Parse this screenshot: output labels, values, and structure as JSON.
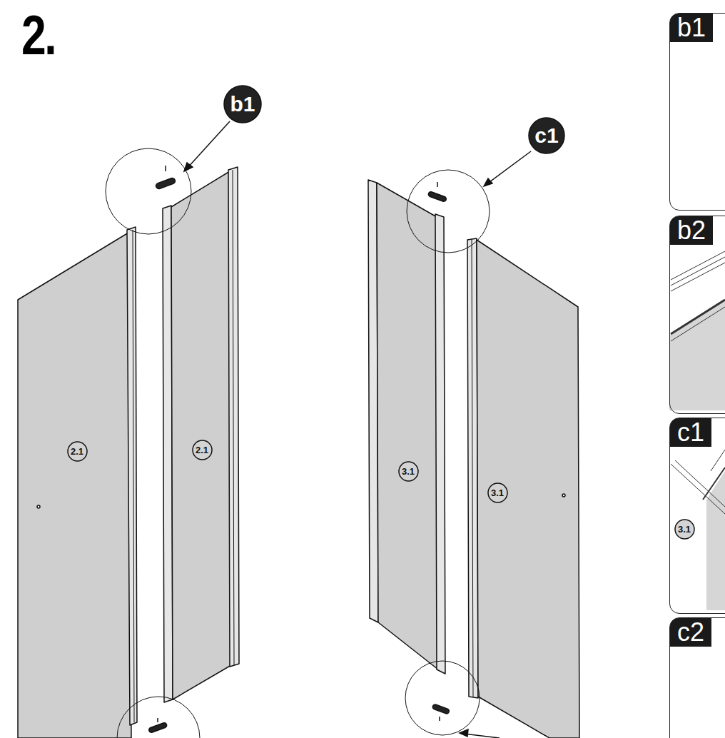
{
  "diagram": {
    "title": "2.",
    "nodes": [
      {
        "text": [
          "b1"
        ]
      },
      {
        "text": [
          "c1"
        ]
      },
      {
        "text": [
          "b1"
        ]
      },
      {
        "text": [
          "2.1"
        ]
      },
      {
        "text": [
          "2.1"
        ]
      },
      {
        "text": [
          "3.1"
        ]
      },
      {
        "text": [
          "3.1"
        ]
      },
      {
        "text": [
          "b2"
        ]
      },
      {
        "text": [
          "c1"
        ]
      },
      {
        "text": [
          "3.1"
        ],
        "in": 8
      },
      {
        "text": [
          "c2"
        ]
      }
    ]
  }
}
